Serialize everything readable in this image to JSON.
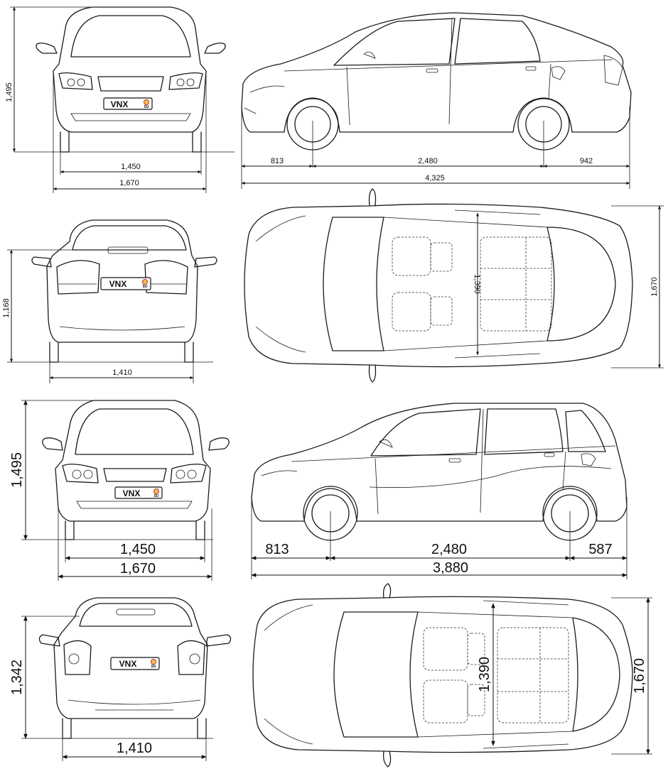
{
  "plate": {
    "text": "VNX",
    "region": "SU"
  },
  "sedan": {
    "front_height": "1,495",
    "track_front": "1,450",
    "width": "1,670",
    "front_overhang": "813",
    "wheelbase": "2,480",
    "rear_overhang": "942",
    "length": "4,325",
    "rear_height": "1,168",
    "track_rear": "1,410",
    "interior_width": "1,390",
    "top_width": "1,670"
  },
  "hatchback": {
    "front_height": "1,495",
    "track_front": "1,450",
    "width": "1,670",
    "front_overhang": "813",
    "wheelbase": "2,480",
    "rear_overhang": "587",
    "length": "3,880",
    "rear_height": "1,342",
    "track_rear": "1,410",
    "interior_width": "1,390",
    "top_width": "1,670"
  }
}
